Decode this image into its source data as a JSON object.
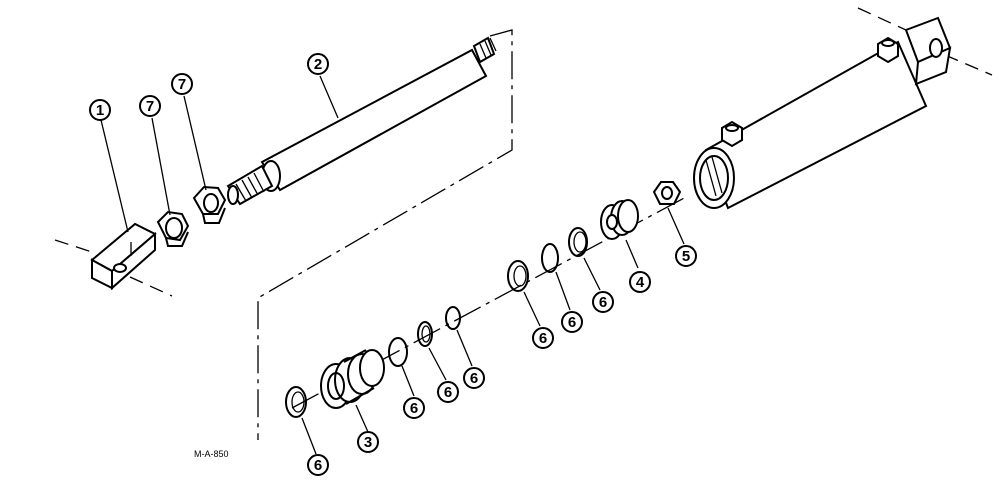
{
  "drawing_code": "M-A-850",
  "callouts": {
    "c1": "1",
    "c2": "2",
    "c3": "3",
    "c4": "4",
    "c5": "5",
    "c6a": "6",
    "c6b": "6",
    "c6c": "6",
    "c6d": "6",
    "c6e": "6",
    "c6f": "6",
    "c6g": "6",
    "c7a": "7",
    "c7b": "7"
  }
}
